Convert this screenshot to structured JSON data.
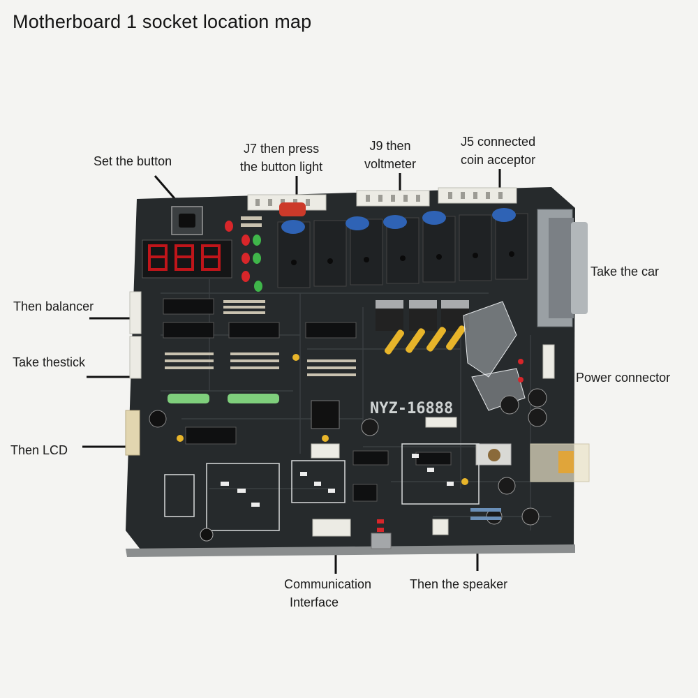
{
  "title": "Motherboard 1 socket location map",
  "board_label": "NYZ-16888",
  "callouts": {
    "set_button": "Set the button",
    "j7_line1": "J7 then press",
    "j7_line2": "the button light",
    "j9_line1": "J9 then",
    "j9_line2": "voltmeter",
    "j5_line1": "J5 connected",
    "j5_line2": "coin acceptor",
    "take_car": "Take the car",
    "balancer": "Then balancer",
    "thestick": "Take thestick",
    "lcd": "Then LCD",
    "power": "Power connector",
    "comm_line1": "Communication",
    "comm_line2": "Interface",
    "speaker": "Then the speaker"
  },
  "colors": {
    "pcb": "#262a2c",
    "relay": "#1f2224",
    "capacitor_blue": "#2f63b5",
    "capacitor_yellow": "#e8b52a",
    "connector": "#ecebe4",
    "led_red": "#d8262a",
    "led_green": "#3fb64a",
    "display_red": "#c0151a"
  }
}
